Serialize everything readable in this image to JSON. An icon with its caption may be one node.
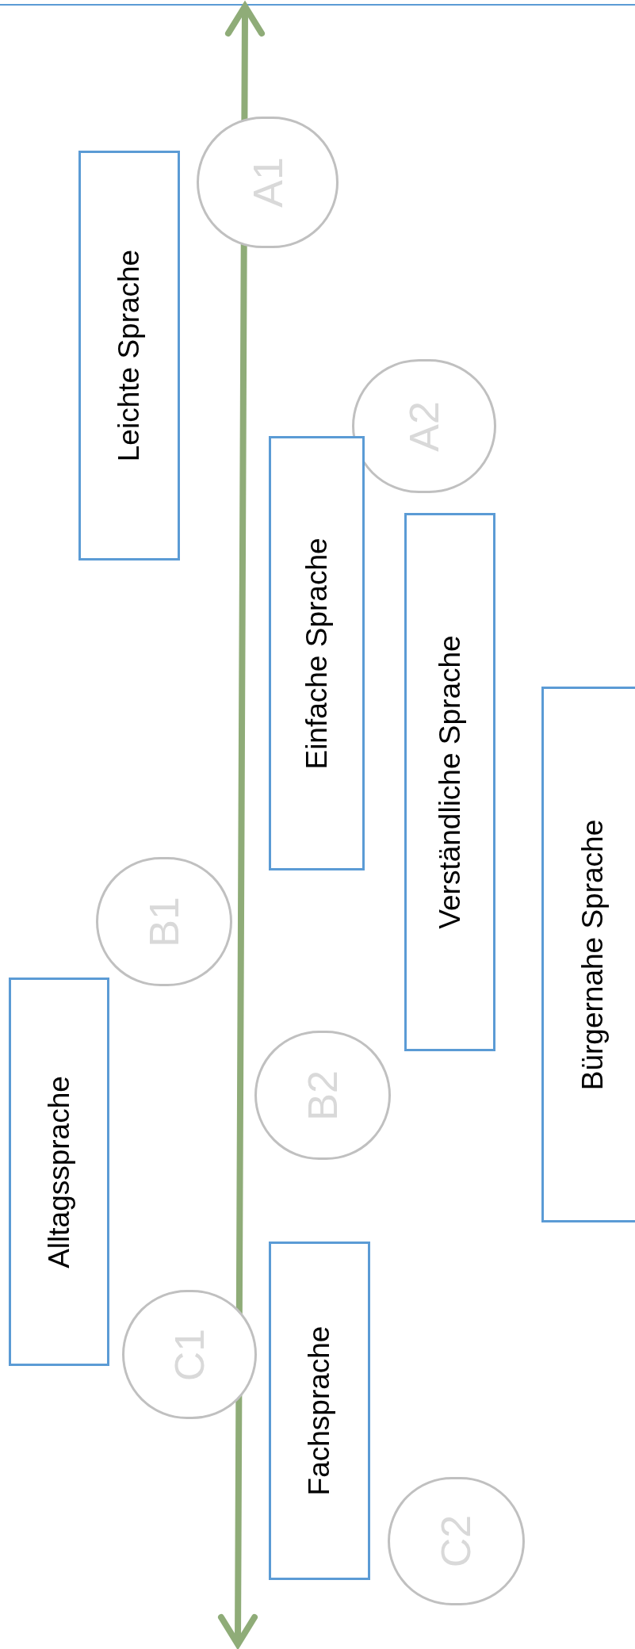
{
  "diagram": {
    "nodes": [
      {
        "text": [
          "Leichte Sprache"
        ]
      },
      {
        "text": [
          "A1"
        ]
      },
      {
        "text": [
          "A2"
        ]
      },
      {
        "text": [
          "Einfache Sprache"
        ]
      },
      {
        "text": [
          "Verständliche Sprache"
        ]
      },
      {
        "text": [
          "Bürgernahe Sprache"
        ]
      },
      {
        "text": [
          "B1"
        ]
      },
      {
        "text": [
          "Alltagssprache"
        ]
      },
      {
        "text": [
          "B2"
        ]
      },
      {
        "text": [
          "Fachsprache"
        ]
      },
      {
        "text": [
          "C1"
        ]
      },
      {
        "text": [
          "C2"
        ]
      }
    ]
  }
}
